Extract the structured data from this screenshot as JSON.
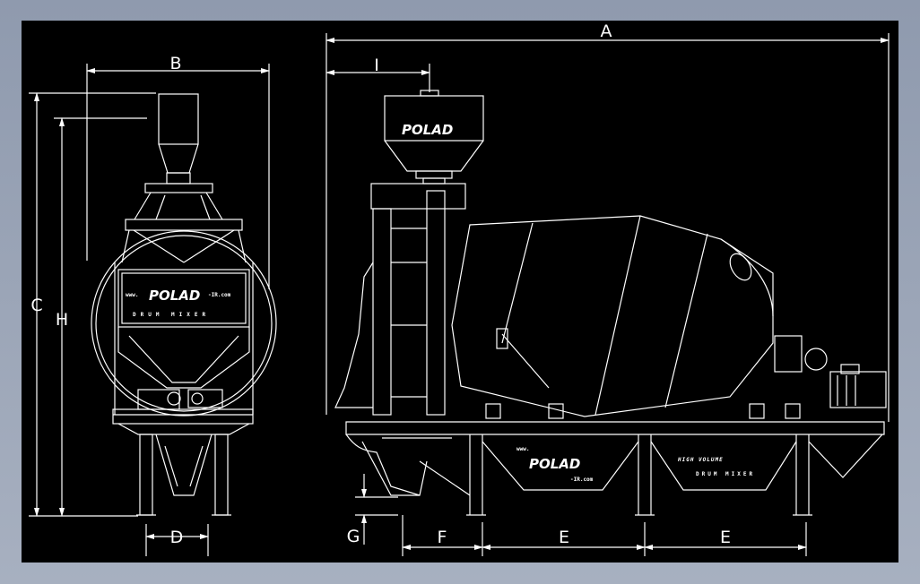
{
  "drawing": {
    "background": "#000000",
    "line_color": "#ffffff",
    "frame_color": "#9aa3b5"
  },
  "dimensions": {
    "A": "A",
    "B": "B",
    "C": "C",
    "D": "D",
    "E1": "E",
    "E2": "E",
    "F": "F",
    "G": "G",
    "H": "H",
    "I": "I"
  },
  "labels": {
    "brand_front": "POLAD",
    "brand_hopper": "POLAD",
    "brand_frame": "POLAD",
    "front_subtitle": "DRUM MIXER",
    "front_www": "www.",
    "front_domain": "-IR.com",
    "frame_www": "www.",
    "frame_domain": "-IR.com",
    "side_title": "HIGH VOLUME",
    "side_subtitle": "DRUM MIXER"
  }
}
